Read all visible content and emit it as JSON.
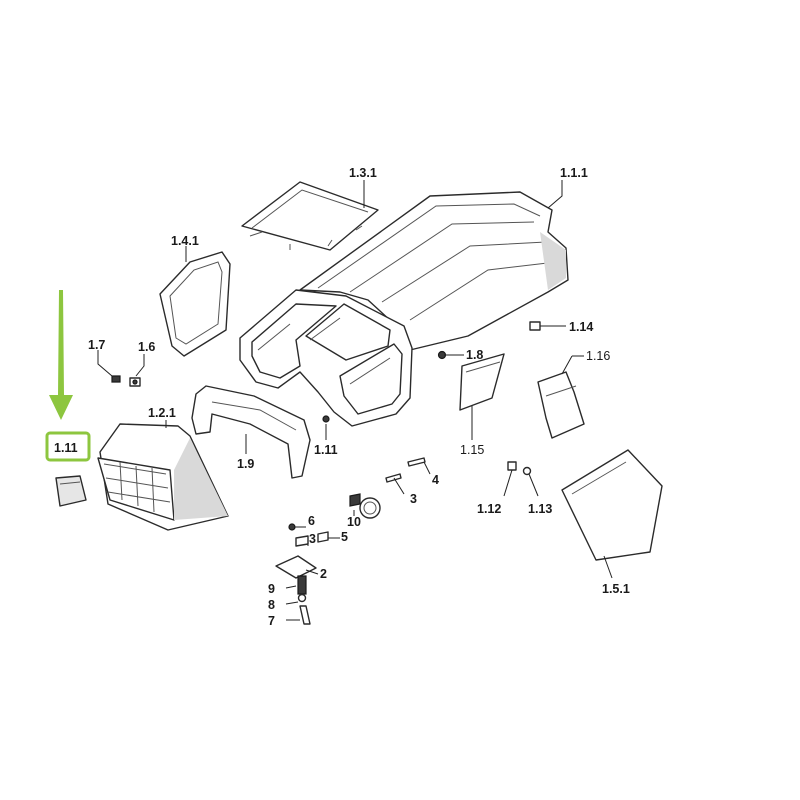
{
  "labels": {
    "l_1_1_1": "1.1.1",
    "l_1_3_1": "1.3.1",
    "l_1_4_1": "1.4.1",
    "l_1_7": "1.7",
    "l_1_6": "1.6",
    "l_1_2_1": "1.2.1",
    "l_1_11_a": "1.11",
    "l_1_9": "1.9",
    "l_1_11_b": "1.11",
    "l_1_8": "1.8",
    "l_1_14": "1.14",
    "l_1_16": "1.16",
    "l_1_15": "1.15",
    "l_4": "4",
    "l_3": "3",
    "l_10": "10",
    "l_6": "6",
    "l_3b": "3",
    "l_5": "5",
    "l_2": "2",
    "l_9": "9",
    "l_8": "8",
    "l_7": "7",
    "l_1_12": "1.12",
    "l_1_13": "1.13",
    "l_1_5_1": "1.5.1"
  },
  "highlight": {
    "color": "#8dc63f",
    "target": "1.11"
  }
}
